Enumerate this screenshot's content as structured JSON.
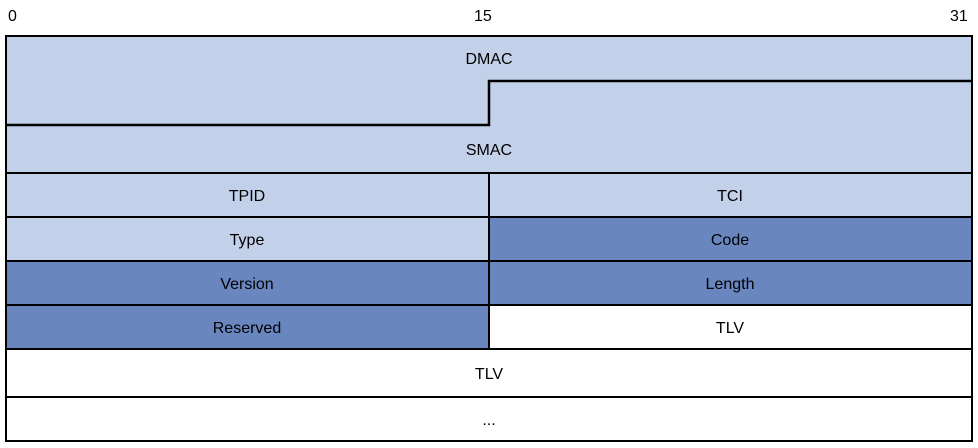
{
  "bit_ticks": {
    "start": "0",
    "mid": "15",
    "end": "31"
  },
  "colors": {
    "light": "#c3d0ea",
    "dark": "#6986bf",
    "white": "#ffffff",
    "line": "#000000"
  },
  "fields": {
    "dmac": "DMAC",
    "smac": "SMAC",
    "tpid": "TPID",
    "tci": "TCI",
    "type": "Type",
    "code": "Code",
    "version": "Version",
    "length": "Length",
    "reserved": "Reserved",
    "tlv_right": "TLV",
    "tlv_full": "TLV",
    "ellipsis": "..."
  }
}
